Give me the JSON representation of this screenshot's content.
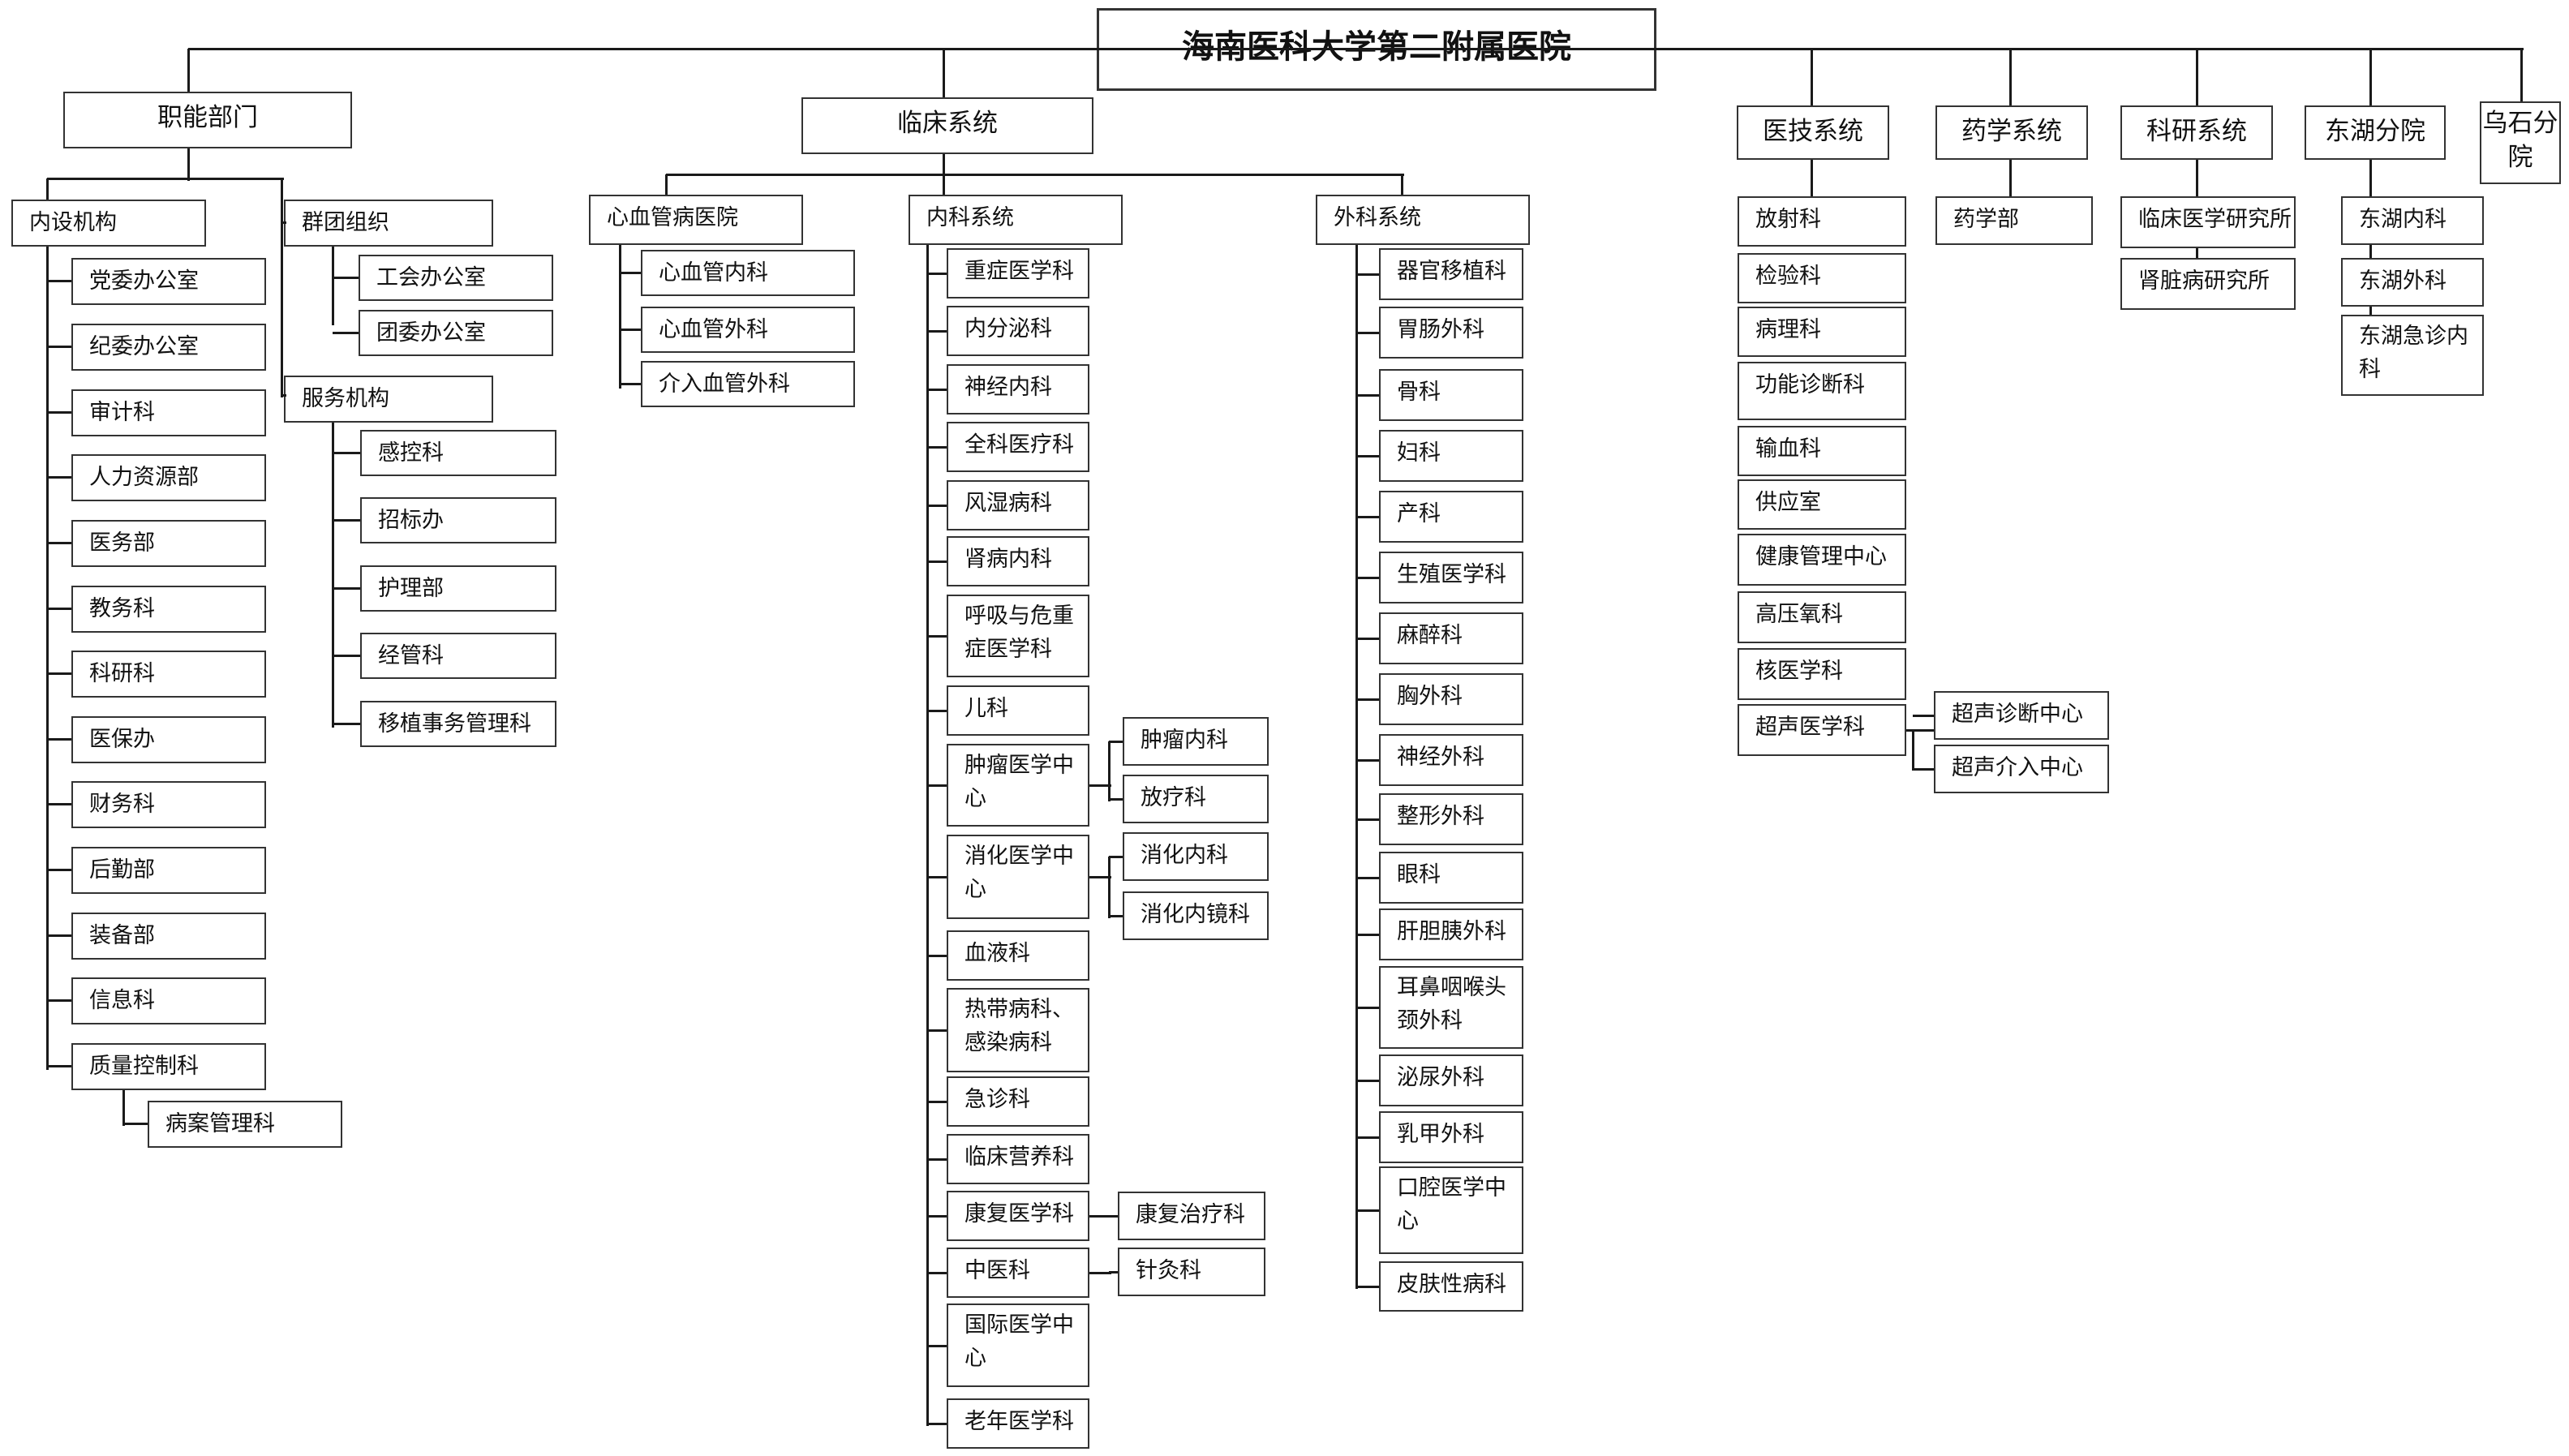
{
  "root": {
    "name": "海南医科大学第二附属医院"
  },
  "branches": [
    {
      "name": "职能部门",
      "children": [
        {
          "name": "内设机构",
          "children": [
            {
              "name": "党委办公室"
            },
            {
              "name": "纪委办公室"
            },
            {
              "name": "审计科"
            },
            {
              "name": "人力资源部"
            },
            {
              "name": "医务部"
            },
            {
              "name": "教务科"
            },
            {
              "name": "科研科"
            },
            {
              "name": "医保办"
            },
            {
              "name": "财务科"
            },
            {
              "name": "后勤部"
            },
            {
              "name": "装备部"
            },
            {
              "name": "信息科"
            },
            {
              "name": "质量控制科",
              "children": [
                {
                  "name": "病案管理科"
                }
              ]
            }
          ]
        },
        {
          "name": "群团组织",
          "children": [
            {
              "name": "工会办公室"
            },
            {
              "name": "团委办公室"
            }
          ]
        },
        {
          "name": "服务机构",
          "children": [
            {
              "name": "感控科"
            },
            {
              "name": "招标办"
            },
            {
              "name": "护理部"
            },
            {
              "name": "经管科"
            },
            {
              "name": "移植事务管理科"
            }
          ]
        }
      ]
    },
    {
      "name": "临床系统",
      "children": [
        {
          "name": "心血管病医院",
          "children": [
            {
              "name": "心血管内科"
            },
            {
              "name": "心血管外科"
            },
            {
              "name": "介入血管外科"
            }
          ]
        },
        {
          "name": "内科系统",
          "children": [
            {
              "name": "重症医学科"
            },
            {
              "name": "内分泌科"
            },
            {
              "name": "神经内科"
            },
            {
              "name": "全科医疗科"
            },
            {
              "name": "风湿病科"
            },
            {
              "name": "肾病内科"
            },
            {
              "name": "呼吸与危重症医学科"
            },
            {
              "name": "儿科"
            },
            {
              "name": "肿瘤医学中心",
              "children": [
                {
                  "name": "肿瘤内科"
                },
                {
                  "name": "放疗科"
                }
              ]
            },
            {
              "name": "消化医学中心",
              "children": [
                {
                  "name": "消化内科"
                },
                {
                  "name": "消化内镜科"
                }
              ]
            },
            {
              "name": "血液科"
            },
            {
              "name": "热带病科、感染病科"
            },
            {
              "name": "急诊科"
            },
            {
              "name": "临床营养科"
            },
            {
              "name": "康复医学科",
              "children": [
                {
                  "name": "康复治疗科"
                }
              ]
            },
            {
              "name": "中医科",
              "children": [
                {
                  "name": "针灸科"
                }
              ]
            },
            {
              "name": "国际医学中心"
            },
            {
              "name": "老年医学科"
            }
          ]
        },
        {
          "name": "外科系统",
          "children": [
            {
              "name": "器官移植科"
            },
            {
              "name": "胃肠外科"
            },
            {
              "name": "骨科"
            },
            {
              "name": "妇科"
            },
            {
              "name": "产科"
            },
            {
              "name": "生殖医学科"
            },
            {
              "name": "麻醉科"
            },
            {
              "name": "胸外科"
            },
            {
              "name": "神经外科"
            },
            {
              "name": "整形外科"
            },
            {
              "name": "眼科"
            },
            {
              "name": "肝胆胰外科"
            },
            {
              "name": "耳鼻咽喉头颈外科"
            },
            {
              "name": "泌尿外科"
            },
            {
              "name": "乳甲外科"
            },
            {
              "name": "口腔医学中心"
            },
            {
              "name": "皮肤性病科"
            }
          ]
        }
      ]
    },
    {
      "name": "医技系统",
      "children": [
        {
          "name": "放射科"
        },
        {
          "name": "检验科"
        },
        {
          "name": "病理科"
        },
        {
          "name": "功能诊断科"
        },
        {
          "name": "输血科"
        },
        {
          "name": "供应室"
        },
        {
          "name": "健康管理中心"
        },
        {
          "name": "高压氧科"
        },
        {
          "name": "核医学科"
        },
        {
          "name": "超声医学科",
          "children": [
            {
              "name": "超声诊断中心"
            },
            {
              "name": "超声介入中心"
            }
          ]
        }
      ]
    },
    {
      "name": "药学系统",
      "children": [
        {
          "name": "药学部"
        }
      ]
    },
    {
      "name": "科研系统",
      "children": [
        {
          "name": "临床医学研究所"
        },
        {
          "name": "肾脏病研究所"
        }
      ]
    },
    {
      "name": "东湖分院",
      "children": [
        {
          "name": "东湖内科"
        },
        {
          "name": "东湖外科"
        },
        {
          "name": "东湖急诊内科"
        }
      ]
    },
    {
      "name": "乌石分院"
    }
  ]
}
